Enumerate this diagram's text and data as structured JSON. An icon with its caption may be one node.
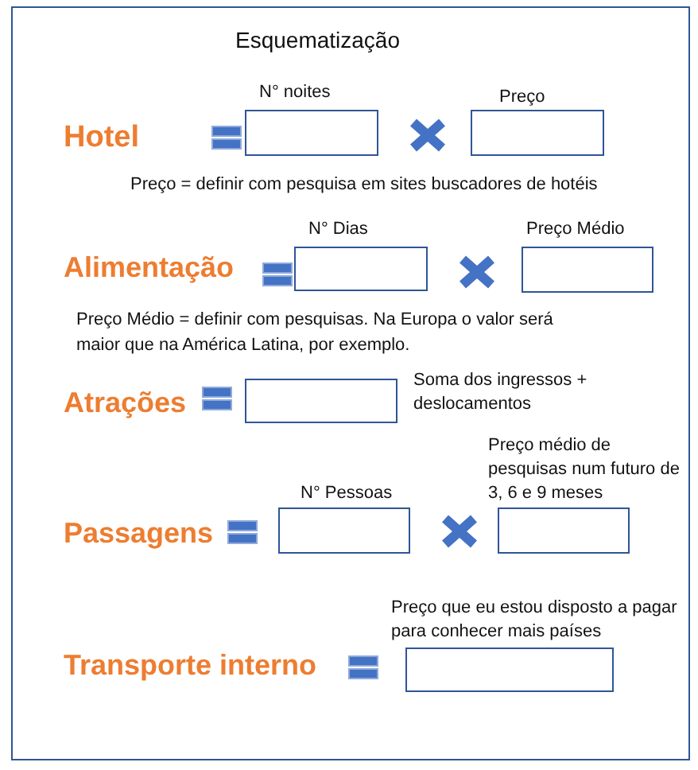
{
  "diagram": {
    "title": "Esquematização",
    "nodes": [
      {
        "text": [],
        "shape": "box",
        "beside": [
          "N° noites"
        ]
      },
      {
        "text": [],
        "shape": "box",
        "beside": [
          "Preço"
        ]
      },
      {
        "text": [],
        "shape": "box",
        "beside": [
          "N° Dias"
        ]
      },
      {
        "text": [],
        "shape": "box",
        "beside": [
          "Preço Médio"
        ]
      },
      {
        "text": [],
        "shape": "box",
        "beside": [
          "Soma dos ingressos + deslocamentos"
        ]
      },
      {
        "text": [],
        "shape": "box",
        "beside": [
          "N° Pessoas"
        ]
      },
      {
        "text": [],
        "shape": "box",
        "beside": [
          "Preço médio de pesquisas num futuro de 3, 6 e 9 meses"
        ]
      },
      {
        "text": [],
        "shape": "box",
        "beside": [
          "Preço que eu estou disposto a pagar para conhecer mais países"
        ]
      }
    ],
    "labels": [
      "Hotel",
      "Preço = definir com pesquisa em sites buscadores de hotéis",
      "Alimentação",
      "Preço Médio = definir com pesquisas. Na Europa o valor será maior que na América Latina, por exemplo.",
      "Atrações",
      "Passagens",
      "Transporte interno"
    ]
  }
}
